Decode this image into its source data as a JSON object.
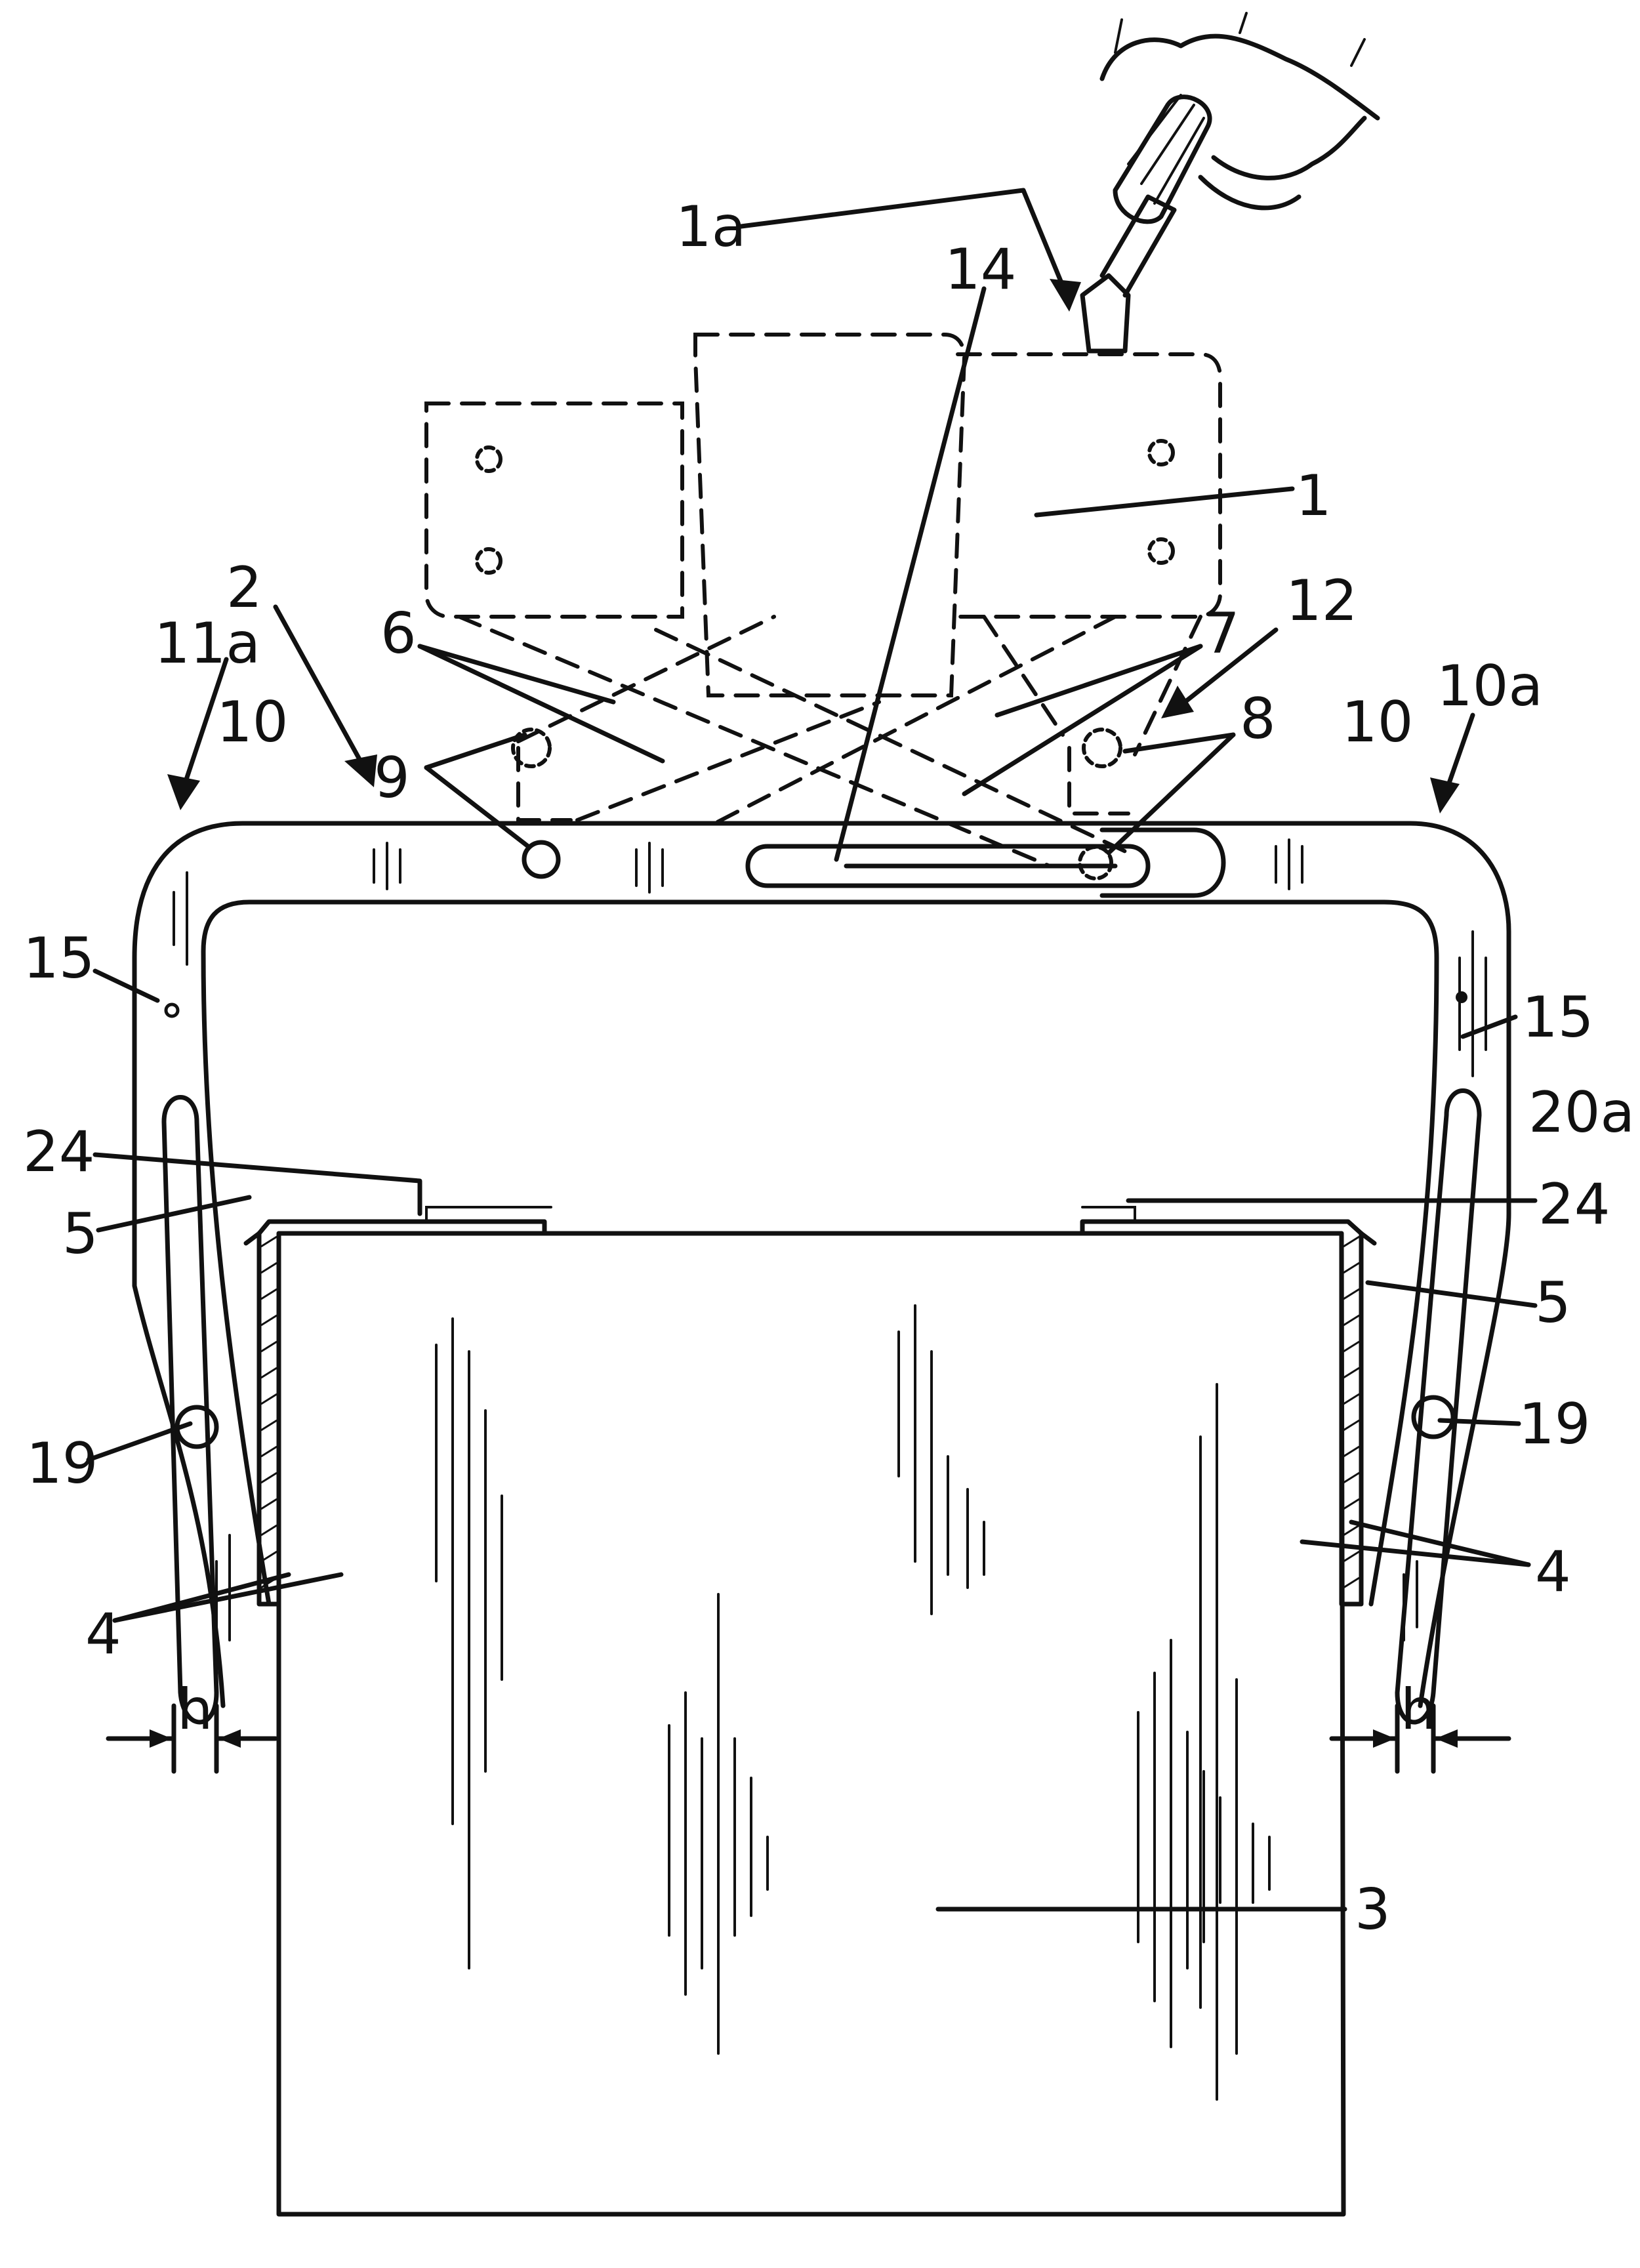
{
  "figure": {
    "labels": {
      "l1a": "1a",
      "l1": "1",
      "l14": "14",
      "l2": "2",
      "l11a": "11a",
      "l6": "6",
      "l7": "7",
      "l12": "12",
      "l10a": "10a",
      "l10_left": "10",
      "l10_right": "10",
      "l9": "9",
      "l8": "8",
      "l15_left": "15",
      "l15_right": "15",
      "l20a": "20a",
      "l24_left": "24",
      "l24_right": "24",
      "l5_left": "5",
      "l5_right": "5",
      "l19_left": "19",
      "l19_right": "19",
      "l4_left": "4",
      "l4_right": "4",
      "lh_left": "h",
      "lh_right": "h",
      "l3": "3"
    }
  }
}
